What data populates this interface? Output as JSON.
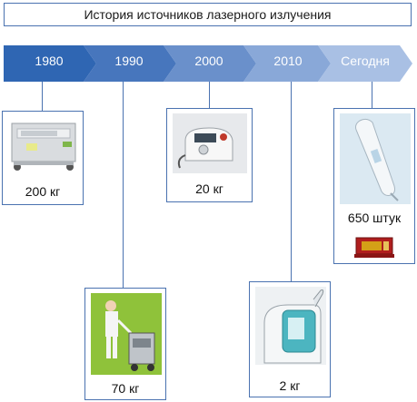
{
  "title": "История источников лазерного излучения",
  "timeline": {
    "eras": [
      "1980",
      "1990",
      "2000",
      "2010",
      "Сегодня"
    ],
    "colors": [
      "#2f66b3",
      "#4776bd",
      "#6a90cb",
      "#89a8d8",
      "#a9c0e4"
    ]
  },
  "devices": [
    {
      "era": "1980",
      "caption": "200 кг",
      "icon": "large-laser-cabinet"
    },
    {
      "era": "1990",
      "caption": "70 кг",
      "icon": "wheeled-laser-cart-with-nurse"
    },
    {
      "era": "2000",
      "caption": "20 кг",
      "icon": "desktop-laser-unit"
    },
    {
      "era": "2010",
      "caption": "2 кг",
      "icon": "compact-laser-module"
    },
    {
      "era": "Сегодня",
      "caption": "650 штук",
      "icon": "handheld-laser-and-diode-chip"
    }
  ]
}
